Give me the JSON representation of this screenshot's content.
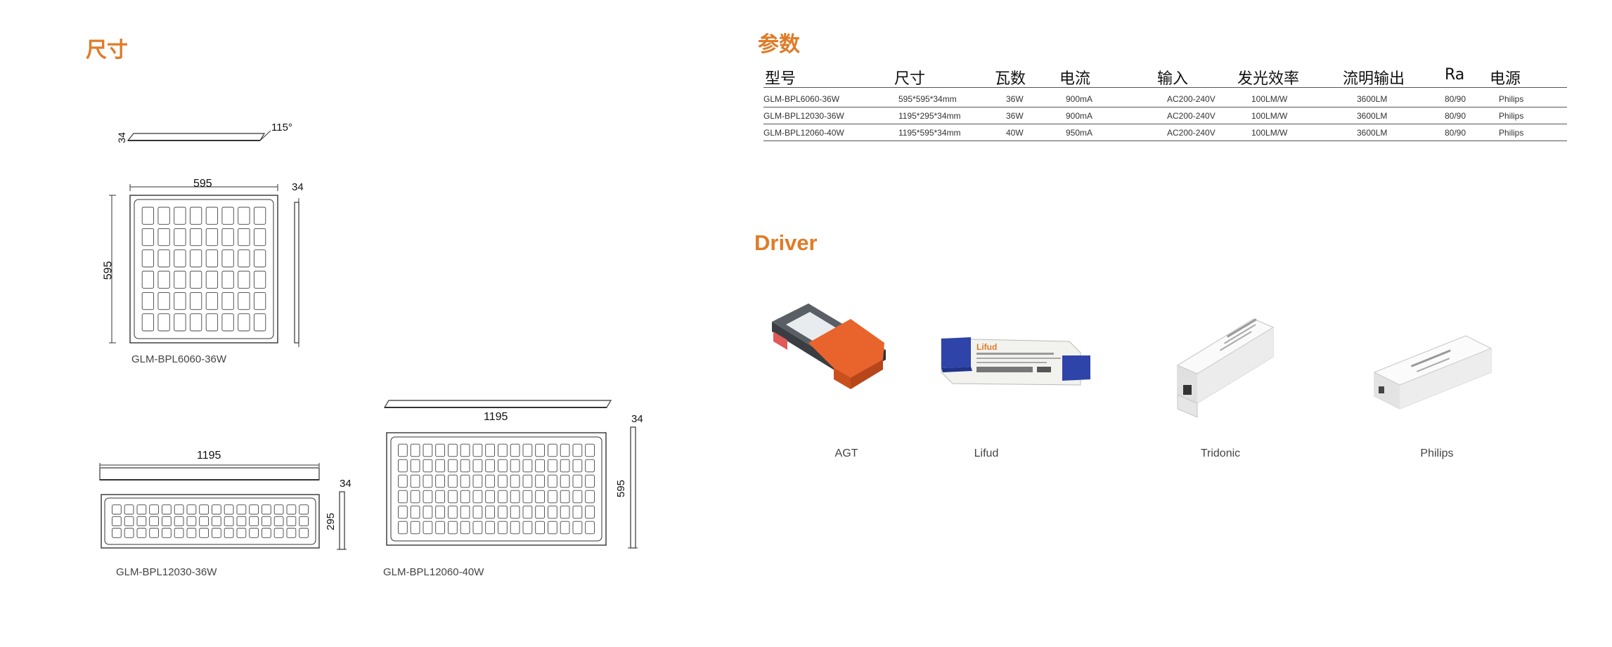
{
  "sections": {
    "dimensions_title": "尺寸",
    "params_title": "参数",
    "driver_title": "Driver"
  },
  "drawings": {
    "p6060": {
      "side_height": "34",
      "angle": "115°",
      "width": "595",
      "height": "595",
      "depth": "34",
      "caption": "GLM-BPL6060-36W"
    },
    "p12030": {
      "width": "1195",
      "depth": "34",
      "height": "295",
      "caption": "GLM-BPL12030-36W"
    },
    "p12060": {
      "width": "1195",
      "depth": "34",
      "height": "595",
      "caption": "GLM-BPL12060-40W"
    }
  },
  "spec_table": {
    "headers": [
      "型号",
      "尺寸",
      "瓦数",
      "电流",
      "输入",
      "发光效率",
      "流明输出",
      "Ra",
      "电源"
    ],
    "rows": [
      [
        "GLM-BPL6060-36W",
        "595*595*34mm",
        "36W",
        "900mA",
        "AC200-240V",
        "100LM/W",
        "3600LM",
        "80/90",
        "Philips"
      ],
      [
        "GLM-BPL12030-36W",
        "1195*295*34mm",
        "36W",
        "900mA",
        "AC200-240V",
        "100LM/W",
        "3600LM",
        "80/90",
        "Philips"
      ],
      [
        "GLM-BPL12060-40W",
        "1195*595*34mm",
        "40W",
        "950mA",
        "AC200-240V",
        "100LM/W",
        "3600LM",
        "80/90",
        "Philips"
      ]
    ]
  },
  "drivers": [
    {
      "name": "AGT",
      "icon": "agt-driver-icon",
      "accent": "#e8642c"
    },
    {
      "name": "Lifud",
      "icon": "lifud-driver-icon",
      "accent": "#2b3f9e",
      "brand_text": "Lifud"
    },
    {
      "name": "Tridonic",
      "icon": "tridonic-driver-icon",
      "accent": "#f2f2f2"
    },
    {
      "name": "Philips",
      "icon": "philips-driver-icon",
      "accent": "#f4f4f4"
    }
  ],
  "colors": {
    "title": "#e07b28",
    "line": "#333333"
  }
}
